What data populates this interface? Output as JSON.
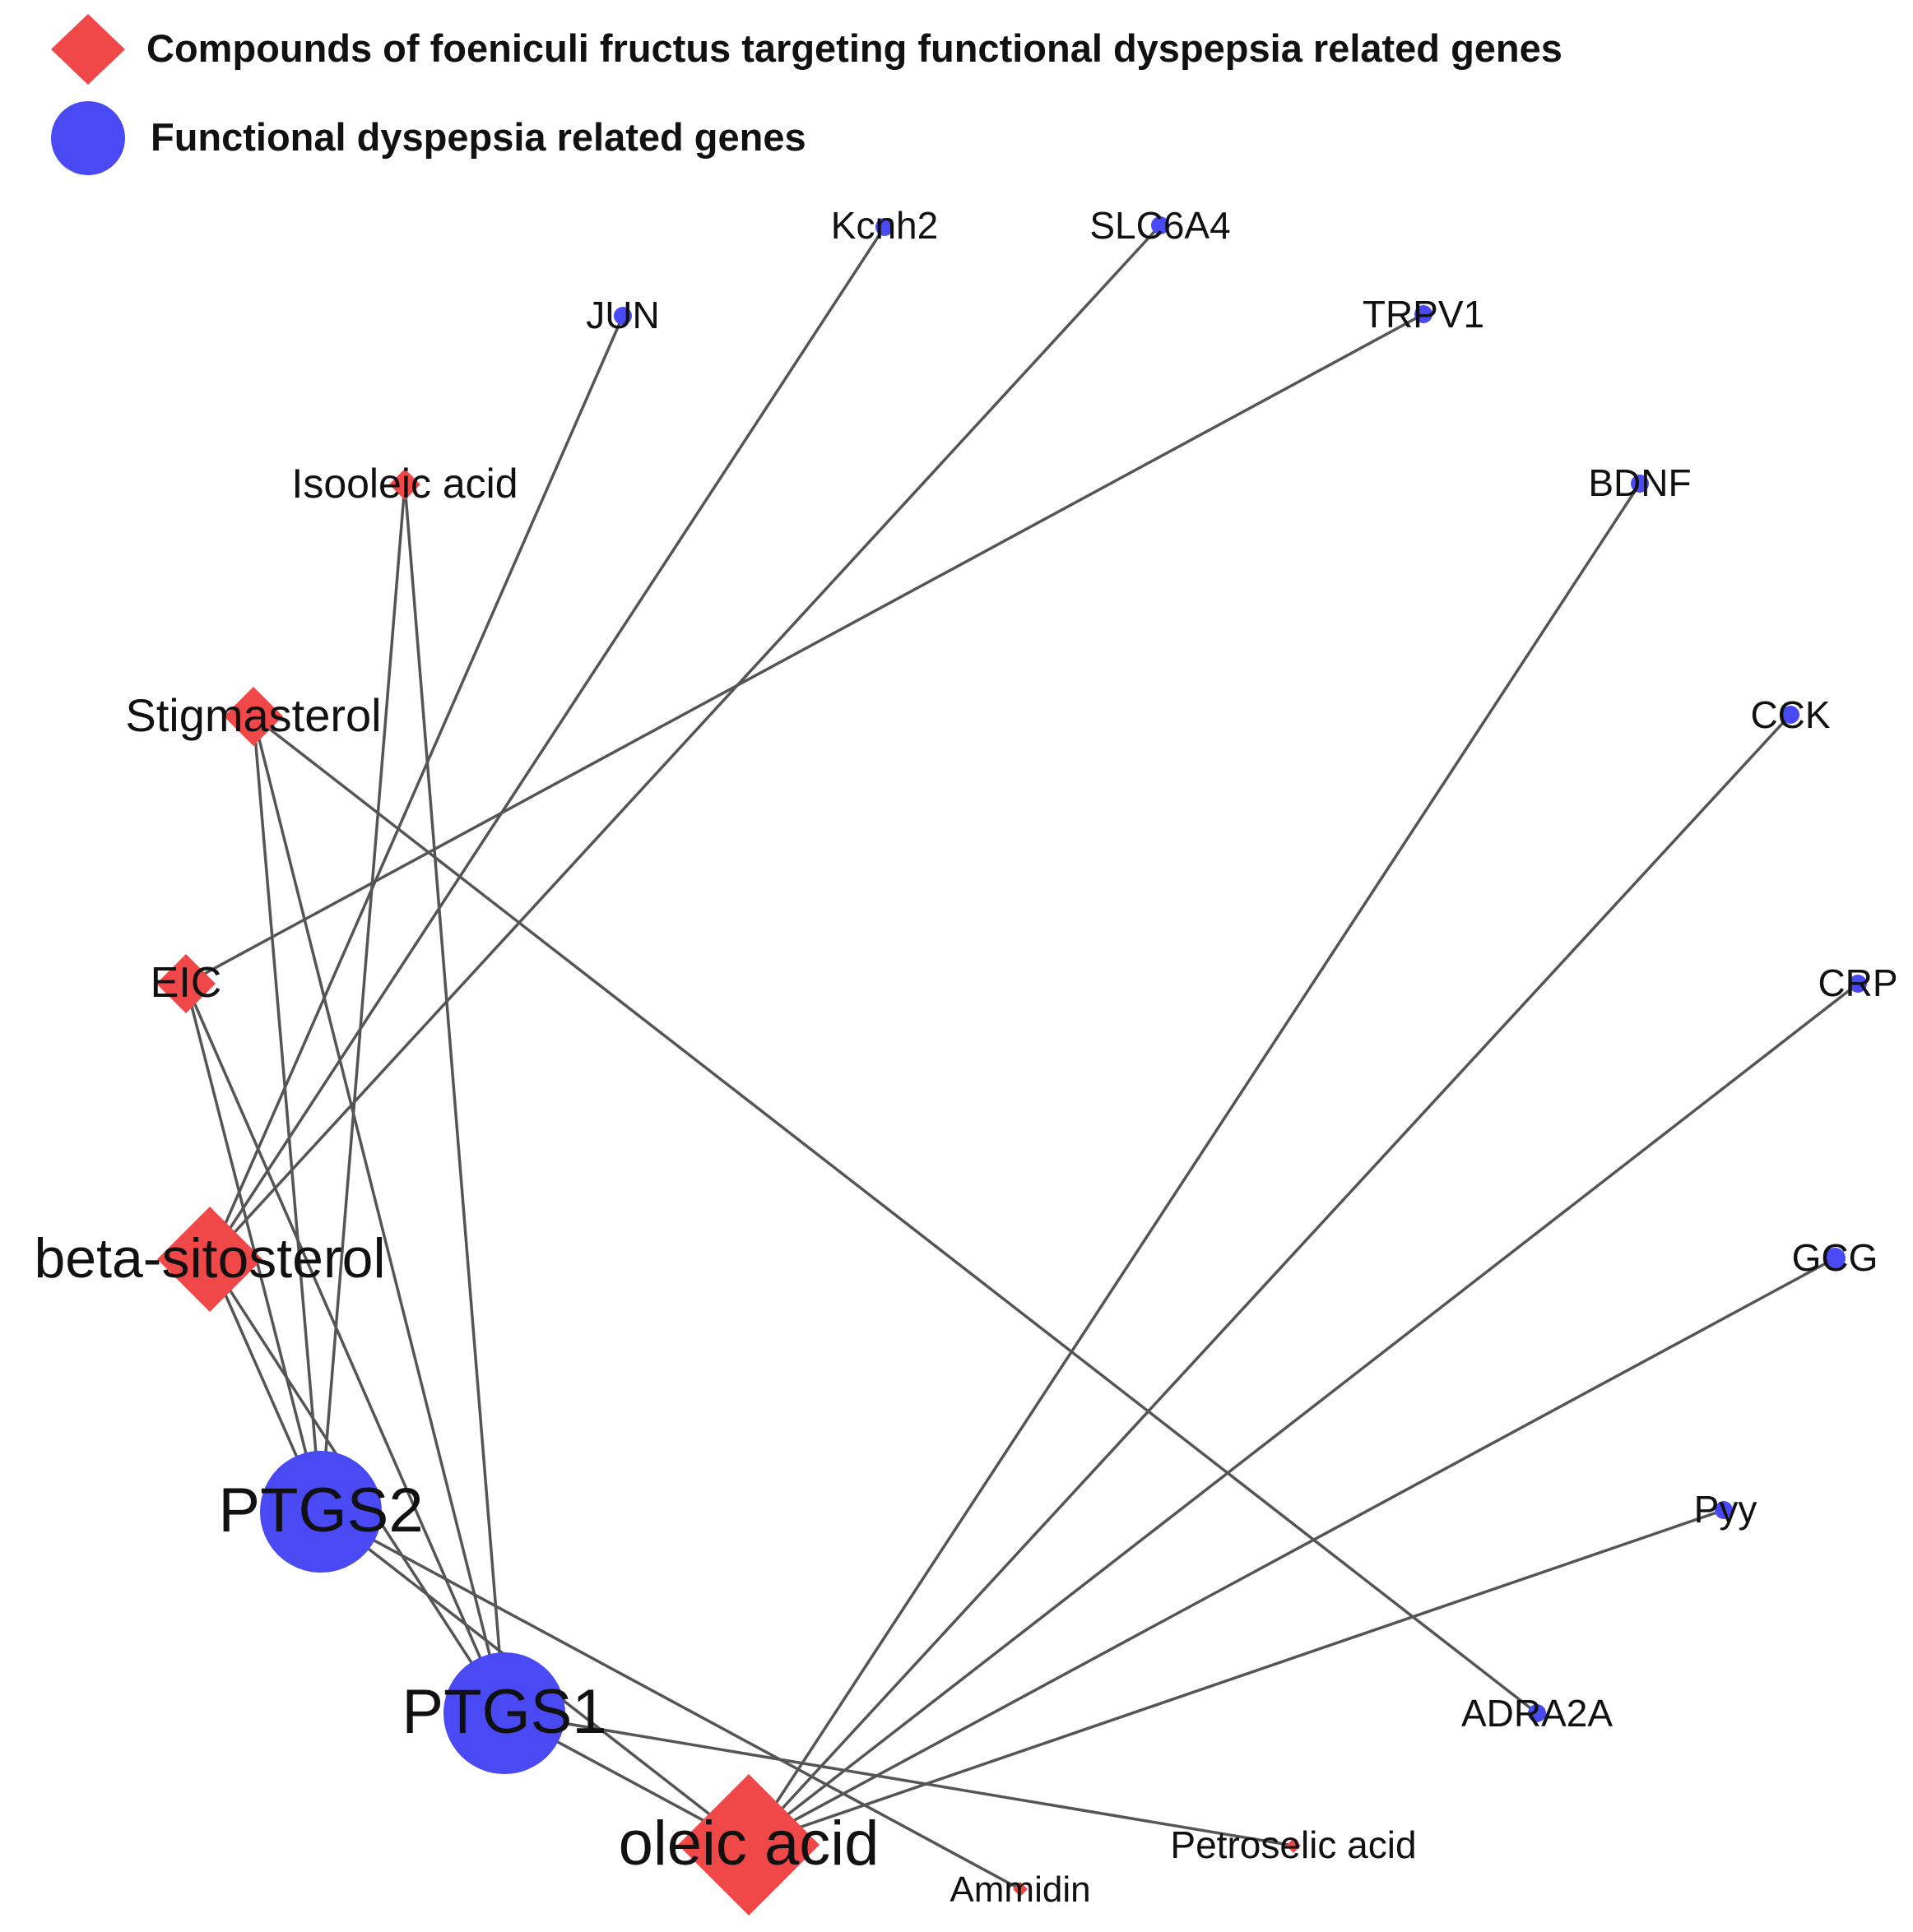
{
  "legend": {
    "compound": {
      "label": "Compounds of foeniculi fructus targeting functional dyspepsia related genes",
      "color": "#f04848",
      "shape": "diamond"
    },
    "gene": {
      "label": "Functional dyspepsia related genes",
      "color": "#4a4af5",
      "shape": "circle"
    }
  },
  "nodes": [
    {
      "id": "kcnh2",
      "label": "Kcnh2",
      "type": "gene"
    },
    {
      "id": "slc6a4",
      "label": "SLC6A4",
      "type": "gene"
    },
    {
      "id": "jun",
      "label": "JUN",
      "type": "gene"
    },
    {
      "id": "trpv1",
      "label": "TRPV1",
      "type": "gene"
    },
    {
      "id": "bdnf",
      "label": "BDNF",
      "type": "gene"
    },
    {
      "id": "cck",
      "label": "CCK",
      "type": "gene"
    },
    {
      "id": "crp",
      "label": "CRP",
      "type": "gene"
    },
    {
      "id": "gcg",
      "label": "GCG",
      "type": "gene"
    },
    {
      "id": "pyy",
      "label": "Pyy",
      "type": "gene"
    },
    {
      "id": "adra2a",
      "label": "ADRA2A",
      "type": "gene"
    },
    {
      "id": "ptgs2",
      "label": "PTGS2",
      "type": "gene"
    },
    {
      "id": "ptgs1",
      "label": "PTGS1",
      "type": "gene"
    },
    {
      "id": "isooleic",
      "label": "Isooleic acid",
      "type": "compound"
    },
    {
      "id": "stigmasterol",
      "label": "Stigmasterol",
      "type": "compound"
    },
    {
      "id": "eic",
      "label": "EIC",
      "type": "compound"
    },
    {
      "id": "betasito",
      "label": "beta-sitosterol",
      "type": "compound"
    },
    {
      "id": "oleic",
      "label": "oleic acid",
      "type": "compound"
    },
    {
      "id": "petroselic",
      "label": "Petroselic acid",
      "type": "compound"
    },
    {
      "id": "ammidin",
      "label": "Ammidin",
      "type": "compound"
    }
  ],
  "edges": [
    [
      "isooleic",
      "ptgs2"
    ],
    [
      "isooleic",
      "ptgs1"
    ],
    [
      "stigmasterol",
      "ptgs2"
    ],
    [
      "stigmasterol",
      "ptgs1"
    ],
    [
      "stigmasterol",
      "adra2a"
    ],
    [
      "eic",
      "trpv1"
    ],
    [
      "eic",
      "ptgs2"
    ],
    [
      "eic",
      "ptgs1"
    ],
    [
      "betasito",
      "jun"
    ],
    [
      "betasito",
      "kcnh2"
    ],
    [
      "betasito",
      "slc6a4"
    ],
    [
      "betasito",
      "ptgs2"
    ],
    [
      "betasito",
      "ptgs1"
    ],
    [
      "oleic",
      "ptgs2"
    ],
    [
      "oleic",
      "ptgs1"
    ],
    [
      "oleic",
      "bdnf"
    ],
    [
      "oleic",
      "cck"
    ],
    [
      "oleic",
      "crp"
    ],
    [
      "oleic",
      "gcg"
    ],
    [
      "oleic",
      "pyy"
    ],
    [
      "petroselic",
      "ptgs1"
    ],
    [
      "ammidin",
      "ptgs2"
    ]
  ]
}
